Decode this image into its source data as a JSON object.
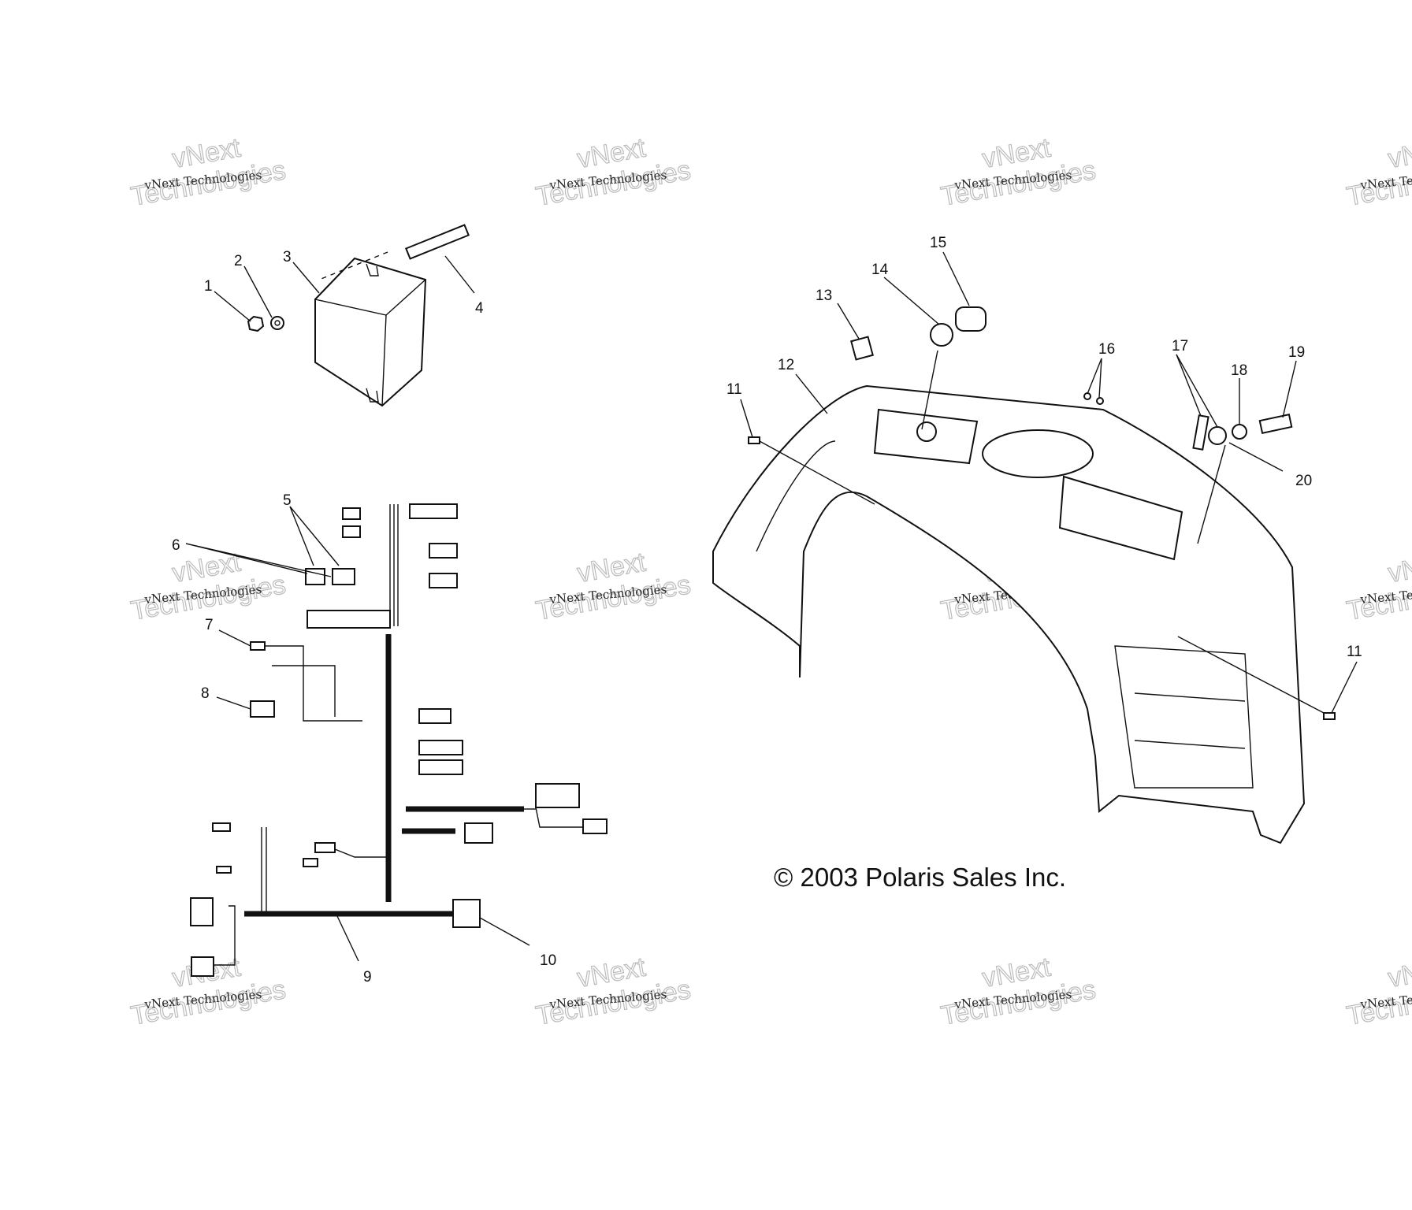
{
  "copyright": "© 2003 Polaris Sales Inc.",
  "watermark": {
    "line1": "vNext Technologies",
    "line2a": "vNext",
    "line2b": "Technologies"
  },
  "callouts": {
    "c1": "1",
    "c2": "2",
    "c3": "3",
    "c4": "4",
    "c5": "5",
    "c6": "6",
    "c7": "7",
    "c8": "8",
    "c9": "9",
    "c10": "10",
    "c11a": "11",
    "c11b": "11",
    "c12": "12",
    "c13": "13",
    "c14": "14",
    "c15": "15",
    "c16": "16",
    "c17": "17",
    "c18": "18",
    "c19": "19",
    "c20": "20"
  }
}
